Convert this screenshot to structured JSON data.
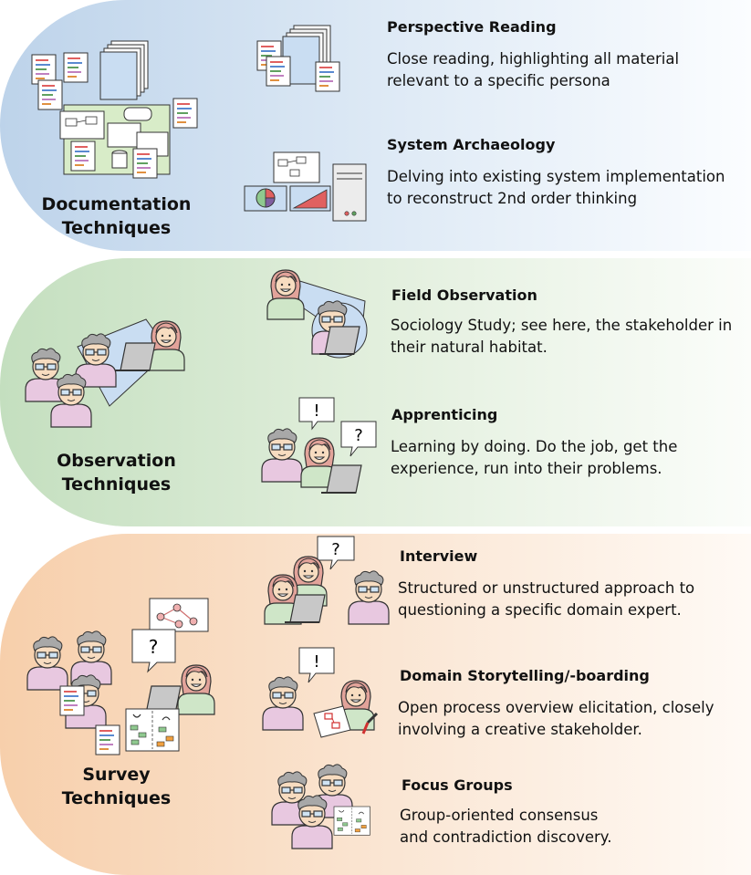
{
  "categories": [
    {
      "line1": "Documentation",
      "line2": "Techniques"
    },
    {
      "line1": "Observation",
      "line2": "Techniques"
    },
    {
      "line1": "Survey",
      "line2": "Techniques"
    }
  ],
  "techniques": [
    {
      "title": "Perspective Reading",
      "desc": "Close reading, highlighting all material relevant to a specific persona"
    },
    {
      "title": "System Archaeology",
      "desc": "Delving into existing system implementation to reconstruct 2nd order thinking"
    },
    {
      "title": "Field Observation",
      "desc": "Sociology Study; see here, the stakeholder in their natural habitat."
    },
    {
      "title": "Apprenticing",
      "desc": "Learning by doing. Do the job, get the experience, run into their problems."
    },
    {
      "title": "Interview",
      "desc": "Structured or unstructured approach to questioning a specific domain expert."
    },
    {
      "title": "Domain Storytelling/-boarding",
      "desc": "Open process overview elicitation, closely involving a creative stakeholder."
    },
    {
      "title": "Focus Groups",
      "desc": "Group-oriented consensus and contradiction discovery."
    }
  ],
  "bubbles": {
    "exclaim": "!",
    "question": "?"
  },
  "colors": {
    "doc_band": "#bdd3ea",
    "obs_band": "#c4dfbf",
    "survey_band": "#f7cfab",
    "man_shirt": "#e8c8e0",
    "woman_shirt": "#cfe6c8",
    "skin": "#f7dcc0",
    "hair_gray": "#a8a8a8",
    "hair_woman": "#e2a39a"
  }
}
